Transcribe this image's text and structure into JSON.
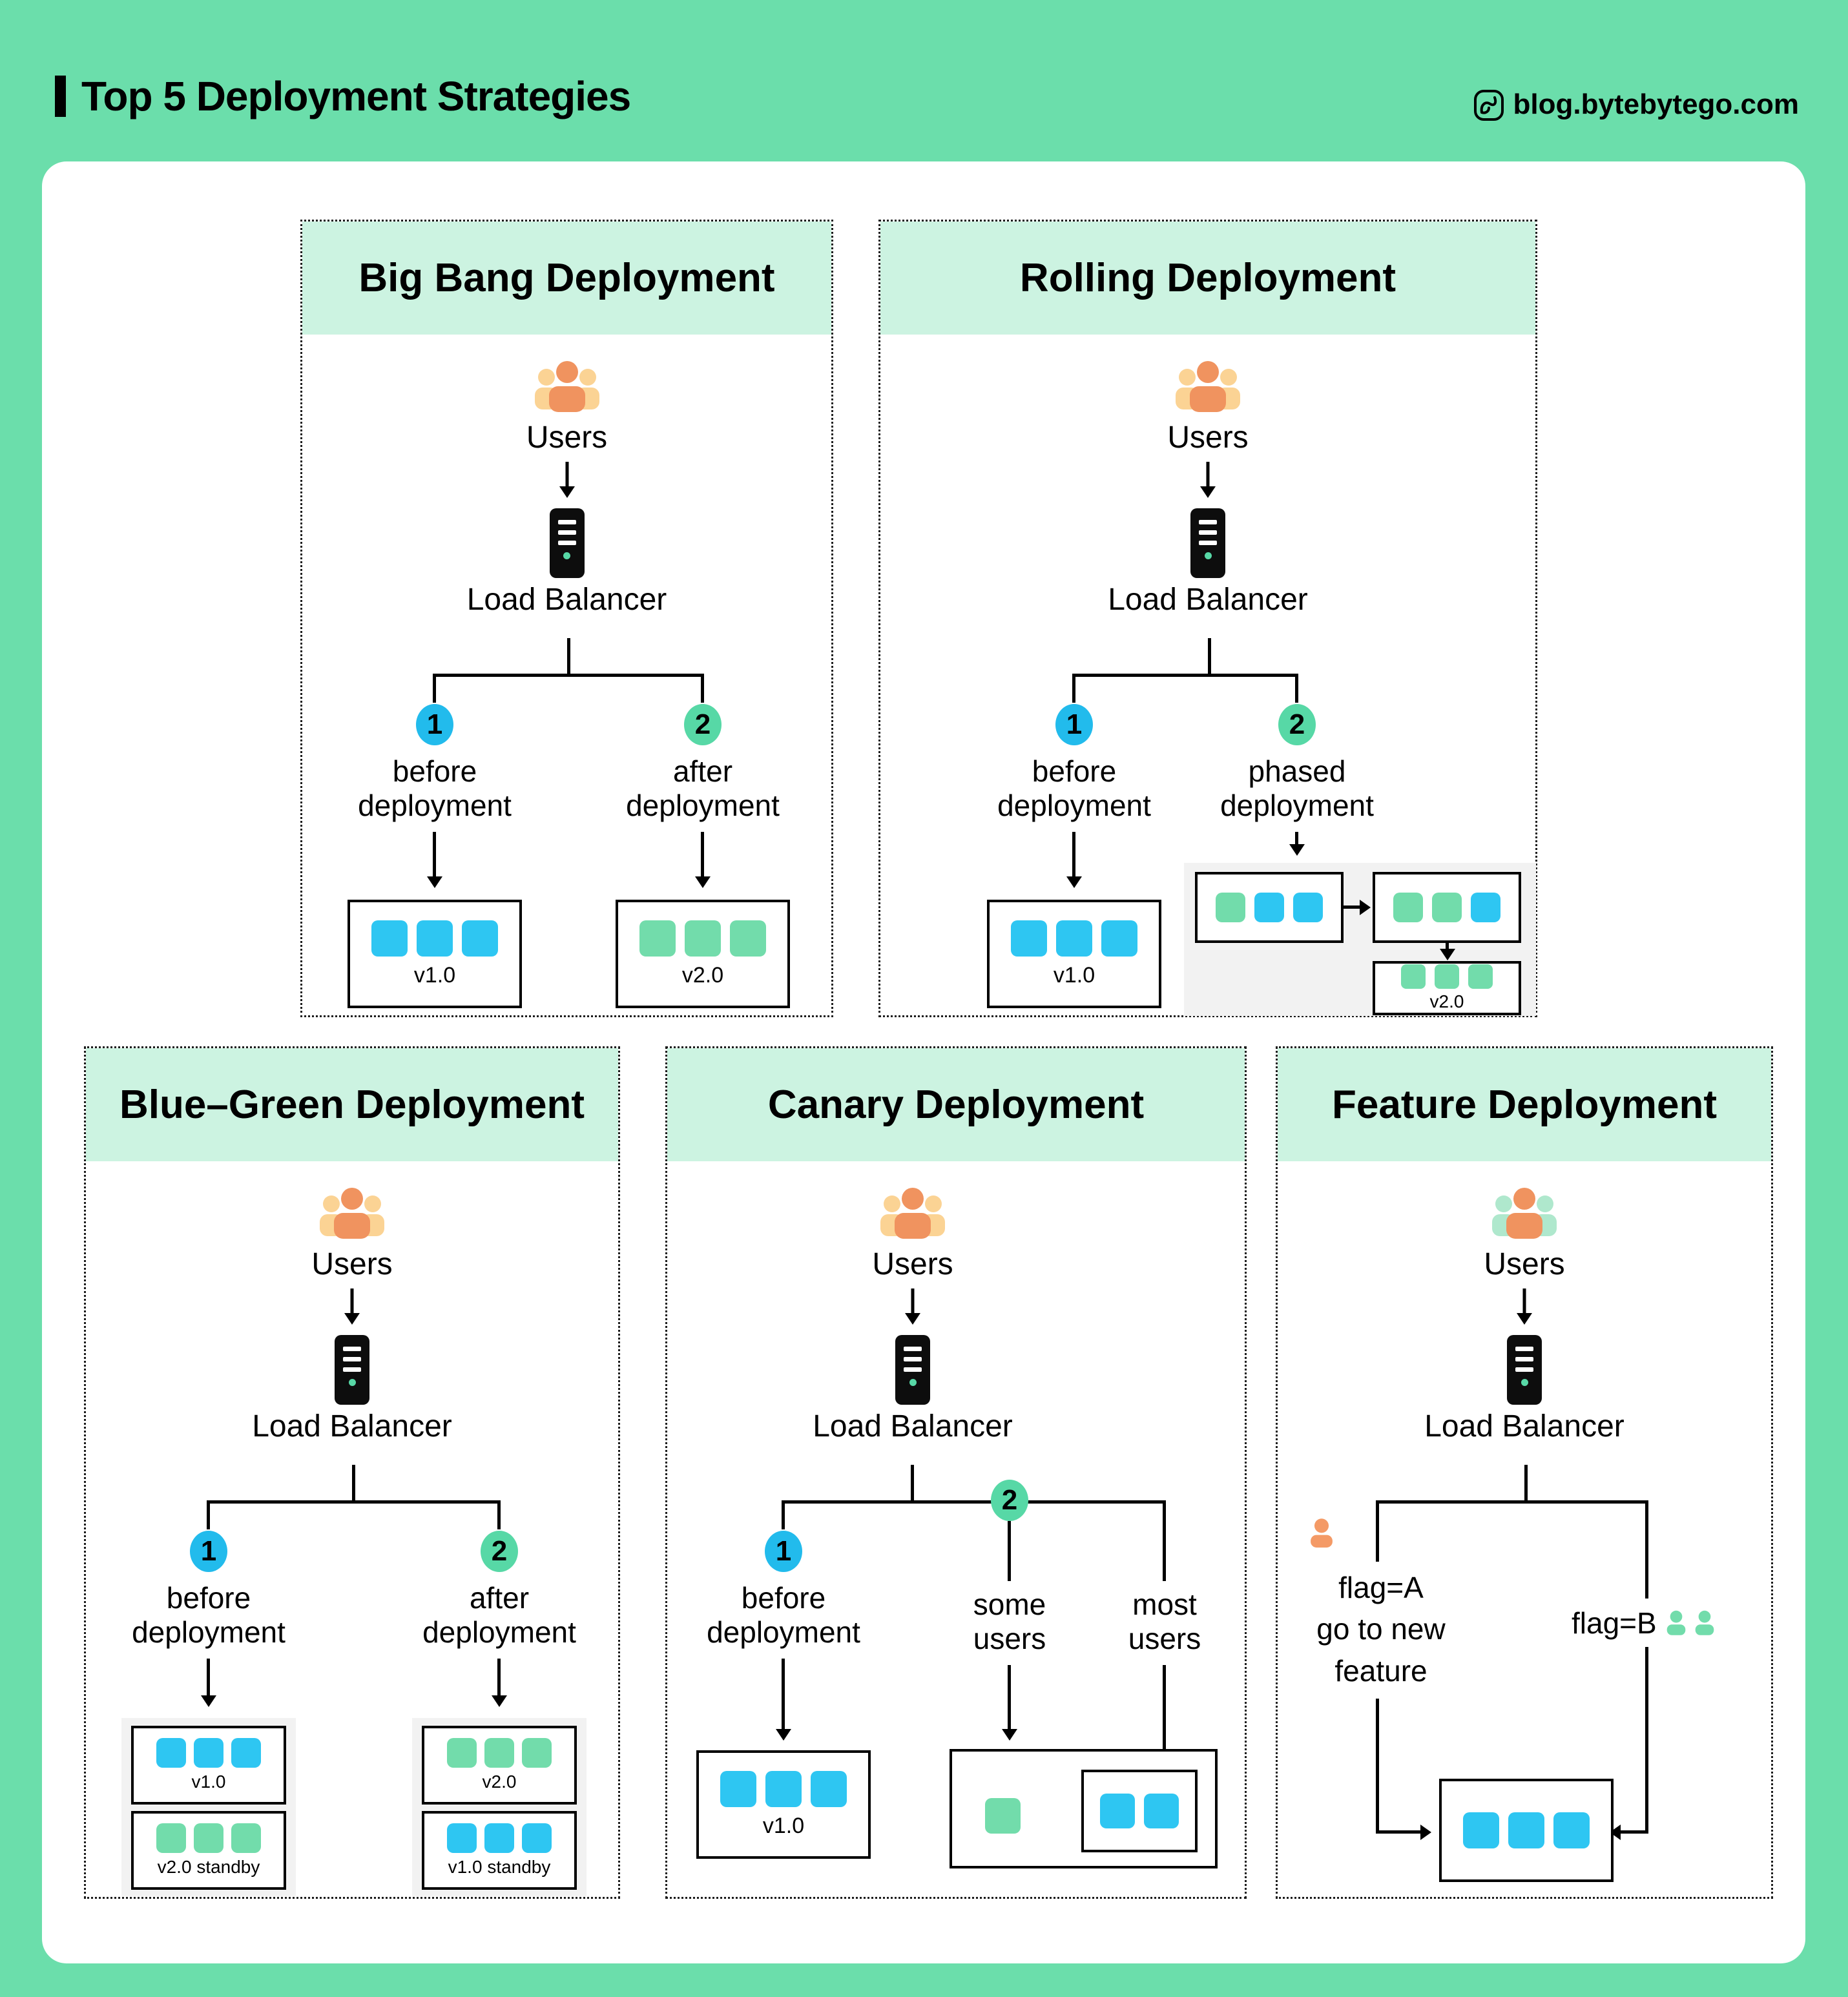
{
  "header": {
    "title": "Top 5 Deployment Strategies",
    "site": "blog.bytebytego.com"
  },
  "colors": {
    "page_bg": "#6BDEAB",
    "panel_header_bg": "#CCF3E1",
    "badge_blue": "#22BBEC",
    "square_blue": "#2EC6F2",
    "badge_green": "#57D8A6",
    "square_green": "#72DCAB",
    "person_orange": "#F0935F",
    "person_peach": "#FBD394",
    "person_mint": "#AFE8CD",
    "grey_region": "#F2F2F2"
  },
  "panels": [
    {
      "title": "Big Bang Deployment",
      "users_label": "Users",
      "lb_label": "Load Balancer",
      "b1": {
        "num": "1",
        "l1": "before",
        "l2": "deployment",
        "version": "v1.0"
      },
      "b2": {
        "num": "2",
        "l1": "after",
        "l2": "deployment",
        "version": "v2.0"
      }
    },
    {
      "title": "Rolling Deployment",
      "users_label": "Users",
      "lb_label": "Load Balancer",
      "b1": {
        "num": "1",
        "l1": "before",
        "l2": "deployment",
        "version": "v1.0"
      },
      "b2": {
        "num": "2",
        "l1": "phased",
        "l2": "deployment",
        "version": "v2.0"
      }
    },
    {
      "title": "Blue–Green Deployment",
      "users_label": "Users",
      "lb_label": "Load Balancer",
      "b1": {
        "num": "1",
        "l1": "before",
        "l2": "deployment",
        "version": "v1.0",
        "standby": "v2.0 standby"
      },
      "b2": {
        "num": "2",
        "l1": "after",
        "l2": "deployment",
        "version": "v2.0",
        "standby": "v1.0 standby"
      }
    },
    {
      "title": "Canary Deployment",
      "users_label": "Users",
      "lb_label": "Load Balancer",
      "b1": {
        "num": "1",
        "l1": "before",
        "l2": "deployment",
        "version": "v1.0"
      },
      "b2": {
        "num": "2",
        "some_l1": "some",
        "some_l2": "users",
        "most_l1": "most",
        "most_l2": "users"
      }
    },
    {
      "title": "Feature Deployment",
      "users_label": "Users",
      "lb_label": "Load Balancer",
      "flag_a": {
        "l1": "flag=A",
        "l2": "go to new",
        "l3": "feature"
      },
      "flag_b": {
        "label": "flag=B"
      }
    }
  ]
}
